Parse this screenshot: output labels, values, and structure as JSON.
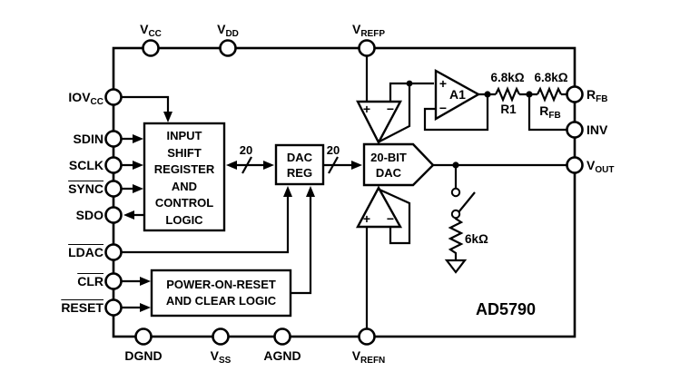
{
  "part": {
    "name": "AD5790"
  },
  "pins": {
    "top": [
      {
        "main": "V",
        "sub": "CC"
      },
      {
        "main": "V",
        "sub": "DD"
      },
      {
        "main": "V",
        "sub": "REFP"
      }
    ],
    "left": [
      {
        "main": "IOV",
        "sub": "CC"
      },
      {
        "main": "SDIN"
      },
      {
        "main": "SCLK"
      },
      {
        "main": "SYNC"
      },
      {
        "main": "SDO"
      },
      {
        "main": "LDAC"
      },
      {
        "main": "CLR"
      },
      {
        "main": "RESET"
      }
    ],
    "bottom": [
      {
        "main": "DGND"
      },
      {
        "main": "V",
        "sub": "SS"
      },
      {
        "main": "AGND"
      },
      {
        "main": "V",
        "sub": "REFN"
      }
    ],
    "right": [
      {
        "main": "R",
        "sub": "FB"
      },
      {
        "main": "INV"
      },
      {
        "main": "V",
        "sub": "OUT"
      }
    ]
  },
  "blocks": {
    "input_shift_register": {
      "lines": [
        "INPUT",
        "SHIFT",
        "REGISTER",
        "AND",
        "CONTROL",
        "LOGIC"
      ]
    },
    "dac_reg": {
      "lines": [
        "DAC",
        "REG"
      ]
    },
    "por_clear": {
      "lines": [
        "POWER-ON-RESET",
        "AND CLEAR LOGIC"
      ]
    },
    "dac_20bit": {
      "lines": [
        "20-BIT",
        "DAC"
      ]
    }
  },
  "bus_labels": {
    "isr_to_dacreg": "20",
    "dacreg_to_dac": "20"
  },
  "amplifier": {
    "a1_name": "A1"
  },
  "signs": {
    "plus": "+",
    "minus": "−"
  },
  "resistors": {
    "r1": {
      "value": "6.8kΩ",
      "name": "R1"
    },
    "rfb": {
      "value": "6.8kΩ",
      "name_main": "R",
      "name_sub": "FB"
    },
    "load": {
      "value": "6kΩ"
    }
  },
  "colors": {
    "line": "#000000",
    "background": "#ffffff"
  }
}
